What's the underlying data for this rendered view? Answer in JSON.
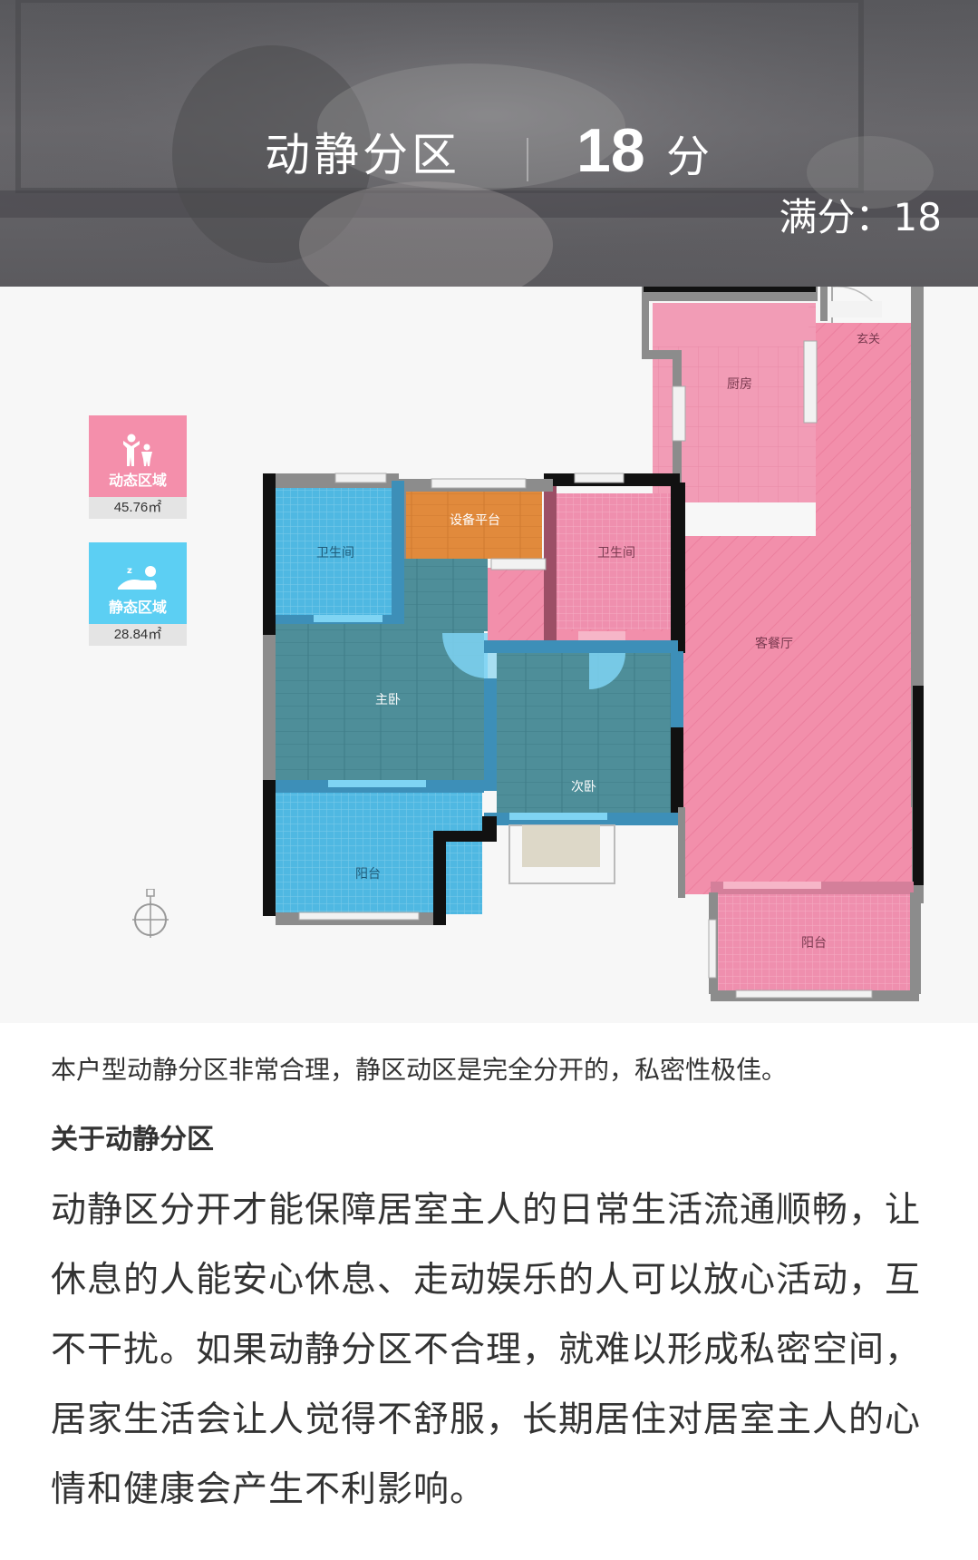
{
  "header": {
    "title": "动静分区",
    "score": "18",
    "score_unit": "分",
    "full_score": "满分：18"
  },
  "legend": [
    {
      "label": "动态区域",
      "area": "45.76㎡",
      "color": "#f48fab",
      "icon": "people-icon"
    },
    {
      "label": "静态区域",
      "area": "28.84㎡",
      "color": "#5ccff3",
      "icon": "sleeping-person-icon"
    }
  ],
  "rooms": {
    "kitchen": "厨房",
    "entrance": "玄关",
    "bath1": "卫生间",
    "equipment": "设备平台",
    "bath2": "卫生间",
    "living": "客餐厅",
    "master": "主卧",
    "second": "次卧",
    "balcony1": "阳台",
    "balcony2": "阳台"
  },
  "colors": {
    "dynamic": "#f48fab",
    "static": "#5ccff3",
    "equipment": "#e8913e",
    "header_bg": "#5f5e62"
  },
  "summary": "本户型动静分区非常合理，静区动区是完全分开的，私密性极佳。",
  "about": {
    "heading": "关于动静分区",
    "body": "动静区分开才能保障居室主人的日常生活流通顺畅，让休息的人能安心休息、走动娱乐的人可以放心活动，互不干扰。如果动静分区不合理，就难以形成私密空间，居家生活会让人觉得不舒服，长期居住对居室主人的心情和健康会产生不利影响。"
  }
}
